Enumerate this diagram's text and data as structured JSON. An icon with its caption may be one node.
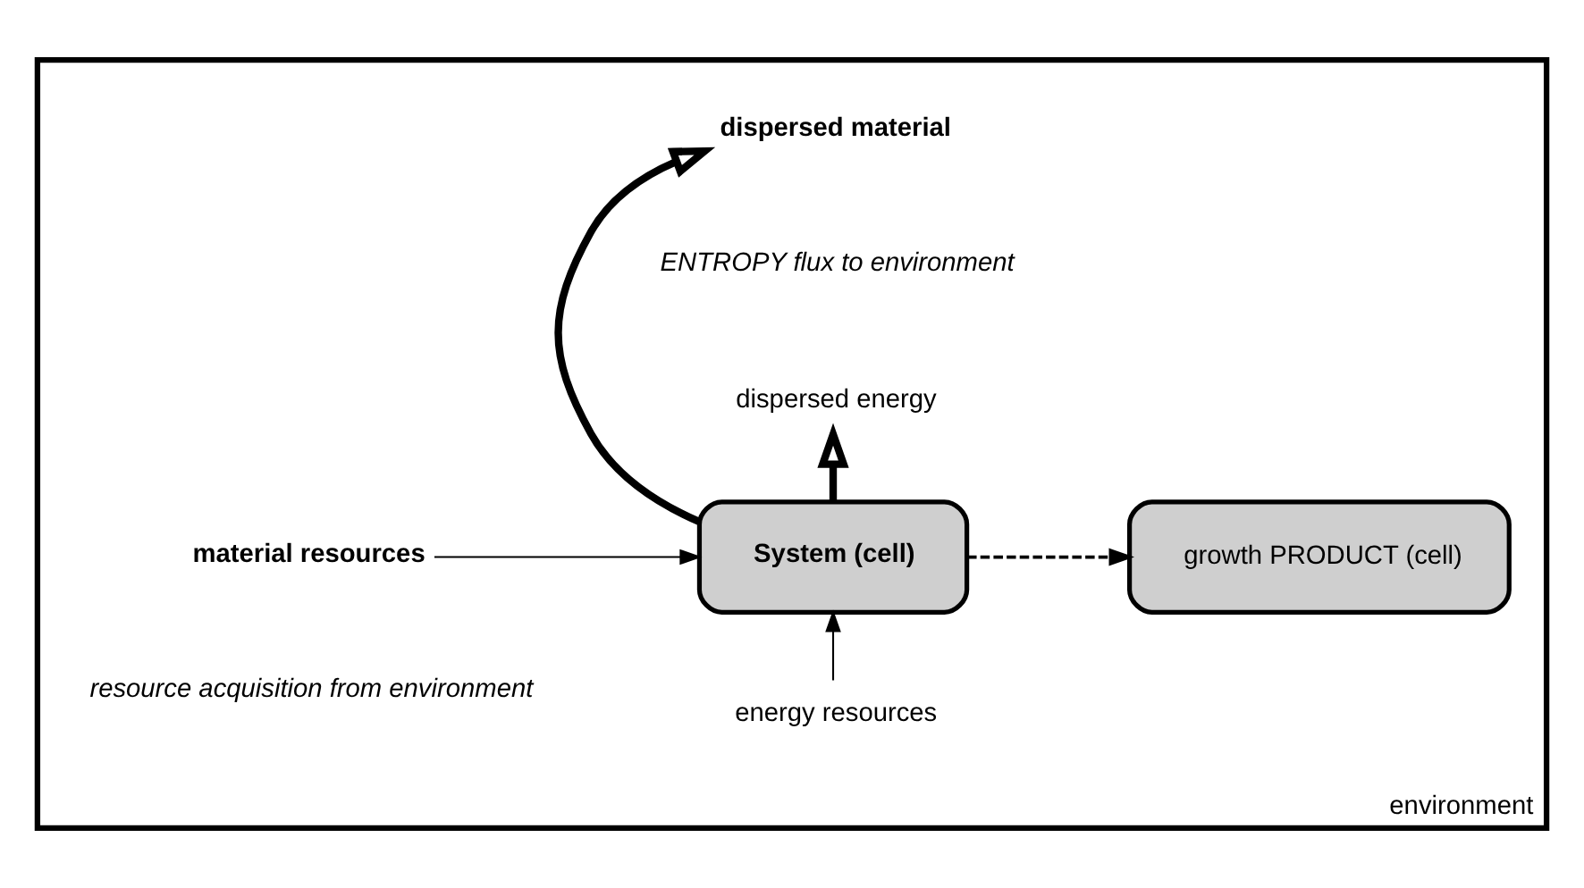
{
  "diagram": {
    "nodes": [
      {
        "text": [
          "environment"
        ]
      },
      {
        "text": [
          "material resources"
        ],
        "in": 0
      },
      {
        "text": [
          "energy resources"
        ],
        "in": 0
      },
      {
        "text": [
          "System (cell)"
        ],
        "in": 0
      },
      {
        "text": [
          "growth PRODUCT (cell)"
        ],
        "in": 0
      },
      {
        "text": [
          "dispersed material"
        ],
        "in": 0
      },
      {
        "text": [
          "dispersed energy"
        ],
        "in": 0
      }
    ],
    "edges": [
      {
        "from": 1,
        "to": 3,
        "arrow": "to"
      },
      {
        "from": 2,
        "to": 3,
        "arrow": "to"
      },
      {
        "from": 3,
        "to": 4,
        "arrow": "to",
        "style": "dashed"
      },
      {
        "from": 3,
        "to": 5,
        "arrow": "to",
        "style": "thick"
      },
      {
        "from": 3,
        "to": 6,
        "arrow": "to",
        "style": "thick"
      }
    ],
    "labels": [
      "resource acquisition from environment",
      "ENTROPY flux to environment"
    ]
  }
}
